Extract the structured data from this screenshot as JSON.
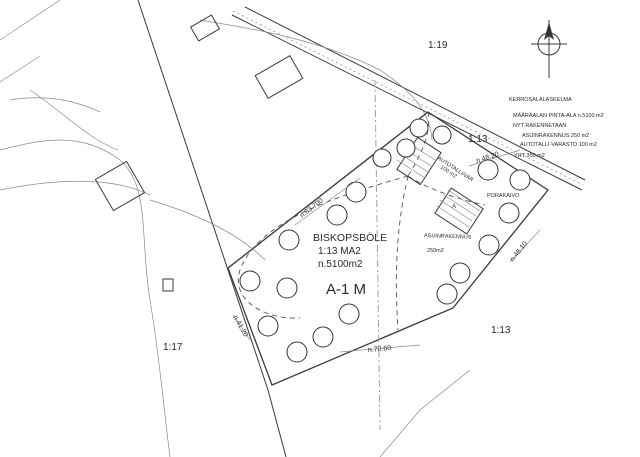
{
  "sheet": {
    "parcels": {
      "p19": "1:19",
      "p13_top": "1:13",
      "p13_right": "1:13",
      "p17": "1:17"
    },
    "site": {
      "village": "BISKOPSBÖLE",
      "parcel": "1:13 MA2",
      "area": "n.5100m2",
      "zoning": "A-1  M"
    },
    "dimensions": {
      "d1": "n.83.700",
      "d2": "n.48.20",
      "d3": "n.48.10",
      "d4": "n.41.20",
      "d5": "n.70.60"
    },
    "buildings": {
      "garage_line1": "AUTOTALLI/VAR",
      "garage_line2": "100 m2",
      "house_line1": "ASUINRAKENNUS",
      "house_line2": "250m2",
      "porch": "PORAKAIVO",
      "house_mark": "A"
    },
    "legend": {
      "title": "KERROSALALASKELMA",
      "line1": "MÄÄRÄALAN PINTA-ALA n.5100 m2",
      "line2": "NYT RAKENNETAAN",
      "line3": "ASUINRAKENNUS 250 m2",
      "line4": "AUTOTALLI-VARASTO 100 m2",
      "line5": "YHT 350 m2"
    }
  }
}
